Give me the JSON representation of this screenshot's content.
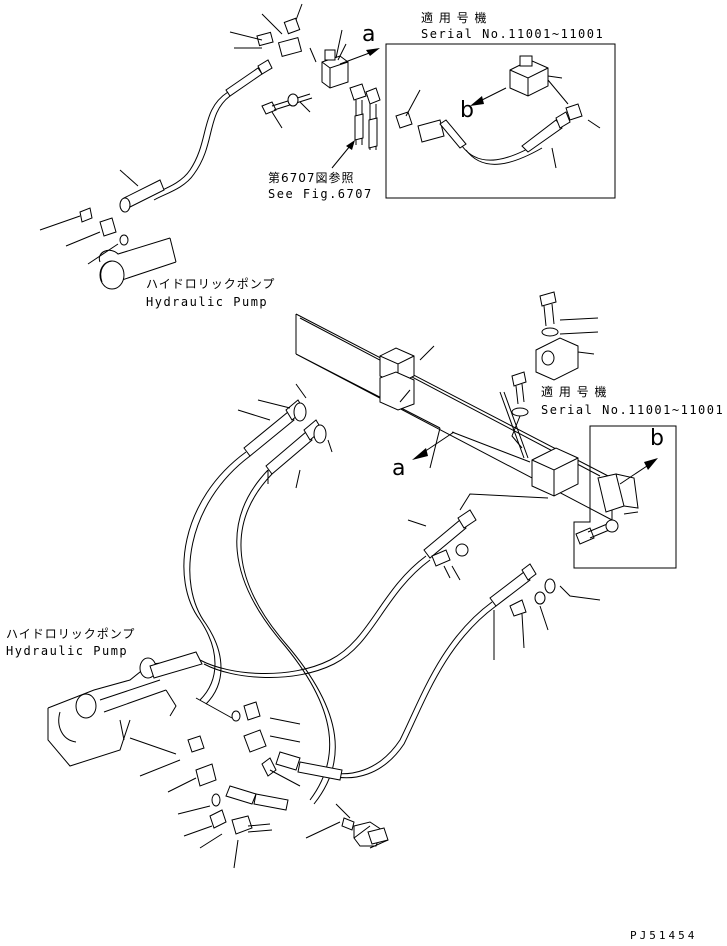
{
  "applicability_top": {
    "title_jp": "適 用 号 機",
    "serial": "Serial No.11001~11001"
  },
  "applicability_mid": {
    "title_jp": "適 用 号 機",
    "serial": "Serial No.11001~11001"
  },
  "see_fig": {
    "jp": "第6707図参照",
    "en": "See Fig.6707"
  },
  "pump_top": {
    "jp": "ハイドロリックポンプ",
    "en": "Hydraulic Pump"
  },
  "pump_bottom": {
    "jp": "ハイドロリックポンプ",
    "en": "Hydraulic Pump"
  },
  "view_labels": {
    "a_top": "a",
    "b_top": "b",
    "a_mid": "a",
    "b_mid": "b"
  },
  "drawing_code": "PJ51454"
}
